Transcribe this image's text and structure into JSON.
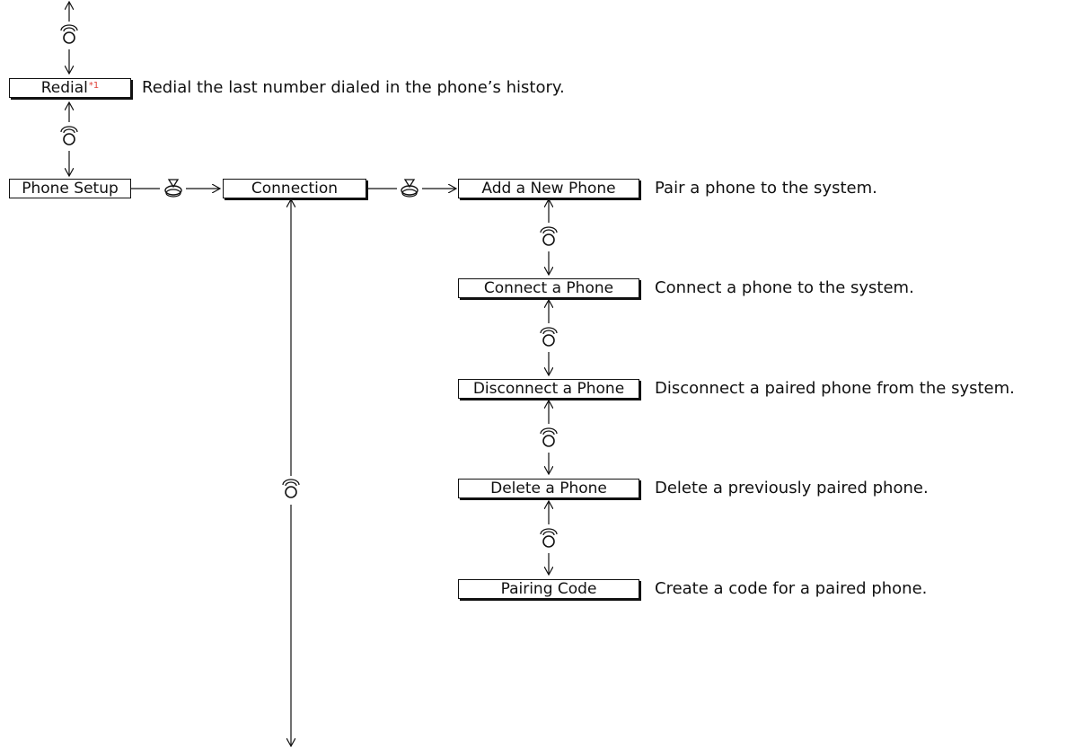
{
  "menu": {
    "redial": {
      "label": "Redial",
      "note": "*1",
      "desc": "Redial the last number dialed in the phone’s history."
    },
    "phone_setup": {
      "label": "Phone Setup"
    },
    "connection": {
      "label": "Connection"
    },
    "items": [
      {
        "label": "Add a New Phone",
        "desc": "Pair a phone to the system."
      },
      {
        "label": "Connect a Phone",
        "desc": "Connect a phone to the system."
      },
      {
        "label": "Disconnect a Phone",
        "desc": "Disconnect a paired phone from the system."
      },
      {
        "label": "Delete a Phone",
        "desc": "Delete a previously paired phone."
      },
      {
        "label": "Pairing Code",
        "desc": "Create a code for a paired phone."
      }
    ]
  },
  "icons": {
    "rotate": "rotate-knob-icon",
    "press": "press-knob-icon"
  },
  "colors": {
    "line": "#111111",
    "note": "#e0443a"
  }
}
